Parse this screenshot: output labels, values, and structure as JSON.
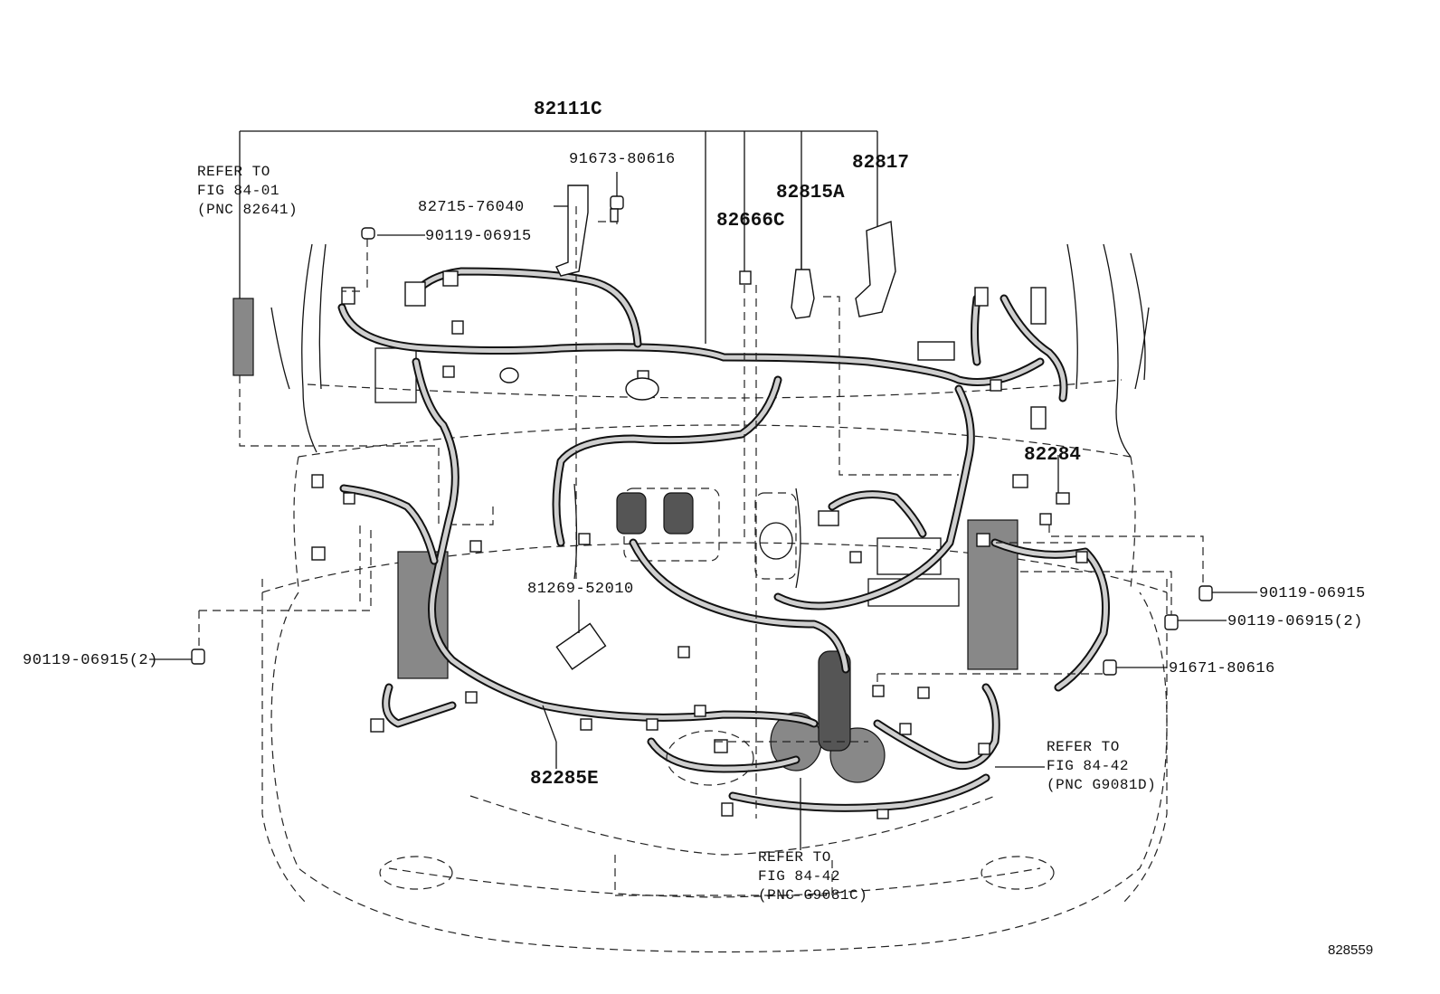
{
  "diagram": {
    "labels": {
      "harness_main": "82111C",
      "bolt_top": "91673-80616",
      "bracket": "82715-76040",
      "screw_top_left": "90119-06915",
      "clip_center": "82666C",
      "part_82815a": "82815A",
      "part_82817": "82817",
      "part_82284": "82284",
      "screw_right_1": "90119-06915",
      "screw_right_2": "90119-06915(2)",
      "bolt_right": "91671-80616",
      "screw_left": "90119-06915(2)",
      "part_81269": "81269-52010",
      "part_82285e": "82285E"
    },
    "references": {
      "top_left": {
        "line1": "REFER TO",
        "line2": "FIG 84-01",
        "line3": "(PNC 82641)"
      },
      "right": {
        "line1": "REFER TO",
        "line2": "FIG 84-42",
        "line3": "(PNC G9081D)"
      },
      "bottom": {
        "line1": "REFER TO",
        "line2": "FIG 84-42",
        "line3": "(PNC G9081C)"
      }
    },
    "figure_number": "828559"
  }
}
